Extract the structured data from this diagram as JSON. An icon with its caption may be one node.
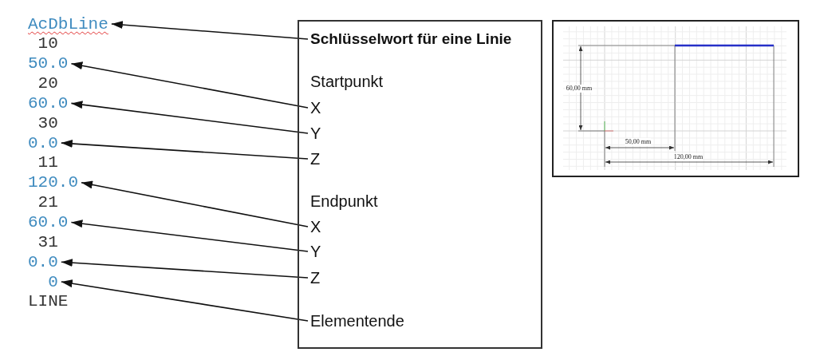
{
  "diagram": {
    "nodes": [
      {
        "text": [
          "AcDbLine"
        ]
      },
      {
        "text": [
          "50.0"
        ]
      },
      {
        "text": [
          "60.0"
        ]
      },
      {
        "text": [
          "0.0"
        ]
      },
      {
        "text": [
          "120.0"
        ]
      },
      {
        "text": [
          "60.0"
        ]
      },
      {
        "text": [
          "0.0"
        ]
      },
      {
        "text": [
          "0"
        ]
      },
      {
        "text": [],
        "shape": "box"
      },
      {
        "text": [
          "Schlüsselwort für eine Linie"
        ],
        "in": 8
      },
      {
        "text": [
          "X"
        ],
        "in": 8
      },
      {
        "text": [
          "Y"
        ],
        "in": 8
      },
      {
        "text": [
          "Z"
        ],
        "in": 8
      },
      {
        "text": [
          "X"
        ],
        "in": 8
      },
      {
        "text": [
          "Y"
        ],
        "in": 8
      },
      {
        "text": [
          "Z"
        ],
        "in": 8
      },
      {
        "text": [
          "Elementende"
        ],
        "in": 8
      }
    ],
    "edges": [
      {
        "from": 9,
        "to": 0,
        "arrow": "to"
      },
      {
        "from": 10,
        "to": 1,
        "arrow": "to"
      },
      {
        "from": 11,
        "to": 2,
        "arrow": "to"
      },
      {
        "from": 12,
        "to": 3,
        "arrow": "to"
      },
      {
        "from": 13,
        "to": 4,
        "arrow": "to"
      },
      {
        "from": 14,
        "to": 5,
        "arrow": "to"
      },
      {
        "from": 15,
        "to": 6,
        "arrow": "to"
      },
      {
        "from": 16,
        "to": 7,
        "arrow": "to"
      }
    ],
    "labels": [
      "10",
      "20",
      "30",
      "11",
      "21",
      "31",
      "LINE",
      "Startpunkt",
      "Endpunkt",
      "60,00 mm",
      "50,00 mm",
      "120,00 mm"
    ]
  }
}
